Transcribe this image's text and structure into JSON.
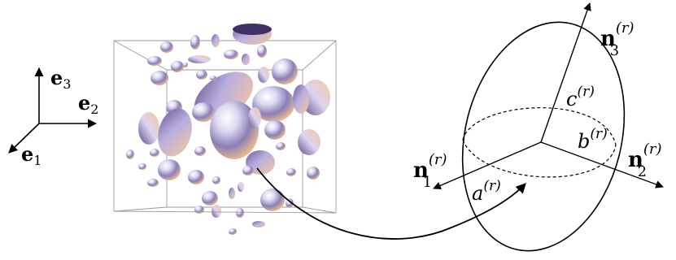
{
  "frame": {
    "e1": {
      "base": "e",
      "sub": "1"
    },
    "e2": {
      "base": "e",
      "sub": "2"
    },
    "e3": {
      "base": "e",
      "sub": "3"
    }
  },
  "ellipsoid": {
    "axes": {
      "n1": {
        "base": "n",
        "sub": "1",
        "sup": "(r)"
      },
      "n2": {
        "base": "n",
        "sub": "2",
        "sup": "(r)"
      },
      "n3": {
        "base": "n",
        "sub": "3",
        "sup": "(r)"
      }
    },
    "semi_axes": {
      "a": {
        "base": "a",
        "sup": "(r)"
      },
      "b": {
        "base": "b",
        "sup": "(r)"
      },
      "c": {
        "base": "c",
        "sup": "(r)"
      }
    }
  },
  "colors": {
    "line": "#000000",
    "cube_edge": "#9a9a9a",
    "particle_light": "#eef0fb",
    "particle_mid": "#8a7fb5",
    "particle_dark": "#4b3a6e",
    "particle_warm": "#f4c79a"
  }
}
